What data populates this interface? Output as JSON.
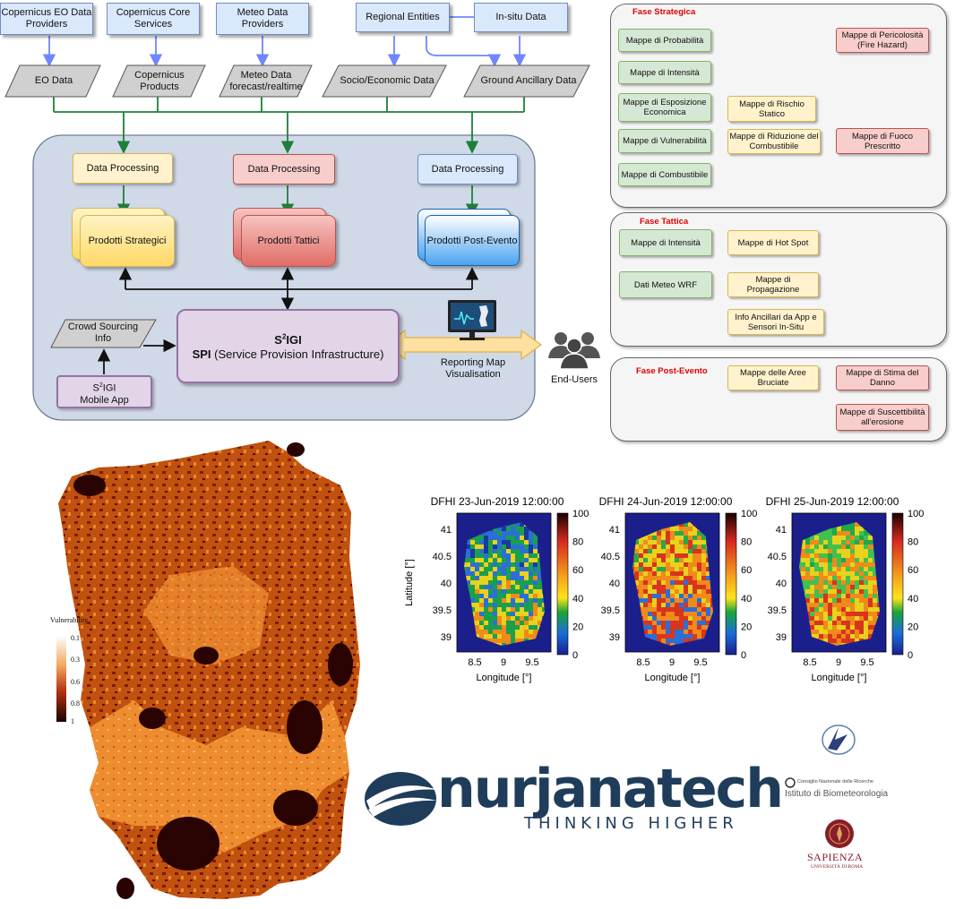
{
  "architecture": {
    "sources": [
      {
        "label": "Copernicus EO Data Providers"
      },
      {
        "label": "Copernicus Core Services"
      },
      {
        "label": "Meteo Data Providers"
      },
      {
        "label": "Regional Entities"
      },
      {
        "label": "In-situ Data"
      }
    ],
    "data_types": [
      {
        "label": "EO Data"
      },
      {
        "label": "Copernicus Products"
      },
      {
        "label": "Meteo Data forecast/realtime"
      },
      {
        "label": "Socio/Economic Data"
      },
      {
        "label": "Ground  Ancillary Data"
      }
    ],
    "processing": [
      {
        "label": "Data Processing"
      },
      {
        "label": "Data Processing"
      },
      {
        "label": "Data Processing"
      }
    ],
    "products": [
      {
        "label": "Prodotti Strategici"
      },
      {
        "label": "Prodotti Tattici"
      },
      {
        "label": "Prodotti Post-Evento"
      }
    ],
    "crowd": "Crowd Sourcing Info",
    "mobile_app": {
      "sup": "2",
      "prefix": "S",
      "suffix": "IGI",
      "line2": "Mobile App"
    },
    "spi": {
      "prefix": "S",
      "sup": "2",
      "suffix": "IGI",
      "bold": "SPI",
      "rest": " (Service Provision Infrastructure)"
    },
    "reporting": "Reporting Map Visualisation",
    "end_users": "End-Users"
  },
  "phases": {
    "strategica": {
      "title": "Fase Strategica",
      "nodes": [
        "Mappe di Probabilità",
        "Mappe di Intensità",
        "Mappe di Esposizione Economica",
        "Mappe di Vulnerabilità",
        "Mappe di Combustibile",
        "Mappe di Rischio Statico",
        "Mappe di Riduzione del Combustibile",
        "Mappe di Pericolosità (Fire Hazard)",
        "Mappe di Fuoco Prescritto"
      ]
    },
    "tattica": {
      "title": "Fase Tattica",
      "nodes": [
        "Mappe di Intensità",
        "Mappe di Hot Spot",
        "Dati Meteo WRF",
        "Mappe di Propagazione",
        "Info Ancillari da App e Sensori In-Situ"
      ]
    },
    "post": {
      "title": "Fase Post-Evento",
      "nodes": [
        "Mappe delle Aree Bruciate",
        "Mappe di Stima del Danno",
        "Mappe di Suscettibilità all'erosione"
      ]
    }
  },
  "vulnerability_map": {
    "legend_title": "Vulnerability",
    "legend_ticks": [
      "0.1",
      "0.3",
      "0.6",
      "0.8",
      "1"
    ]
  },
  "chart_data": [
    {
      "type": "heatmap",
      "title": "DFHI 23-Jun-2019 12:00:00",
      "xlabel": "Longitude [°]",
      "ylabel": "Latitude [°]",
      "xticks": [
        "8.5",
        "9",
        "9.5"
      ],
      "yticks": [
        "41",
        "40.5",
        "40",
        "39.5",
        "39"
      ],
      "colorbar_ticks": [
        "100",
        "80",
        "60",
        "40",
        "20",
        "0"
      ],
      "clim": [
        0,
        100
      ]
    },
    {
      "type": "heatmap",
      "title": "DFHI 24-Jun-2019 12:00:00",
      "xlabel": "Longitude [°]",
      "ylabel": "",
      "xticks": [
        "8.5",
        "9",
        "9.5"
      ],
      "yticks": [
        "41",
        "40.5",
        "40",
        "39.5",
        "39"
      ],
      "colorbar_ticks": [
        "100",
        "80",
        "60",
        "40",
        "20",
        "0"
      ],
      "clim": [
        0,
        100
      ]
    },
    {
      "type": "heatmap",
      "title": "DFHI 25-Jun-2019 12:00:00",
      "xlabel": "Longitude [°]",
      "ylabel": "",
      "xticks": [
        "8.5",
        "9",
        "9.5"
      ],
      "yticks": [
        "41",
        "40.5",
        "40",
        "39.5",
        "39"
      ],
      "colorbar_ticks": [
        "100",
        "80",
        "60",
        "40",
        "20",
        "0"
      ],
      "clim": [
        0,
        100
      ]
    }
  ],
  "logos": {
    "nurjana_main": "nurjanatech",
    "nurjana_tag": "THINKING HIGHER",
    "cnr_line1": "Consiglio Nazionale delle Ricerche",
    "cnr_line2": "Istituto di Biometeorologia",
    "sapienza_line1": "SAPIENZA",
    "sapienza_line2": "UNIVERSITÀ DI ROMA"
  },
  "colors": {
    "source_fill": "#dae8fc",
    "green": "#d5e8d4",
    "yellow": "#fff2cc",
    "red": "#f8cecc",
    "flow_line": "#1e7f3a",
    "arrow_blue": "#6f86ff"
  }
}
